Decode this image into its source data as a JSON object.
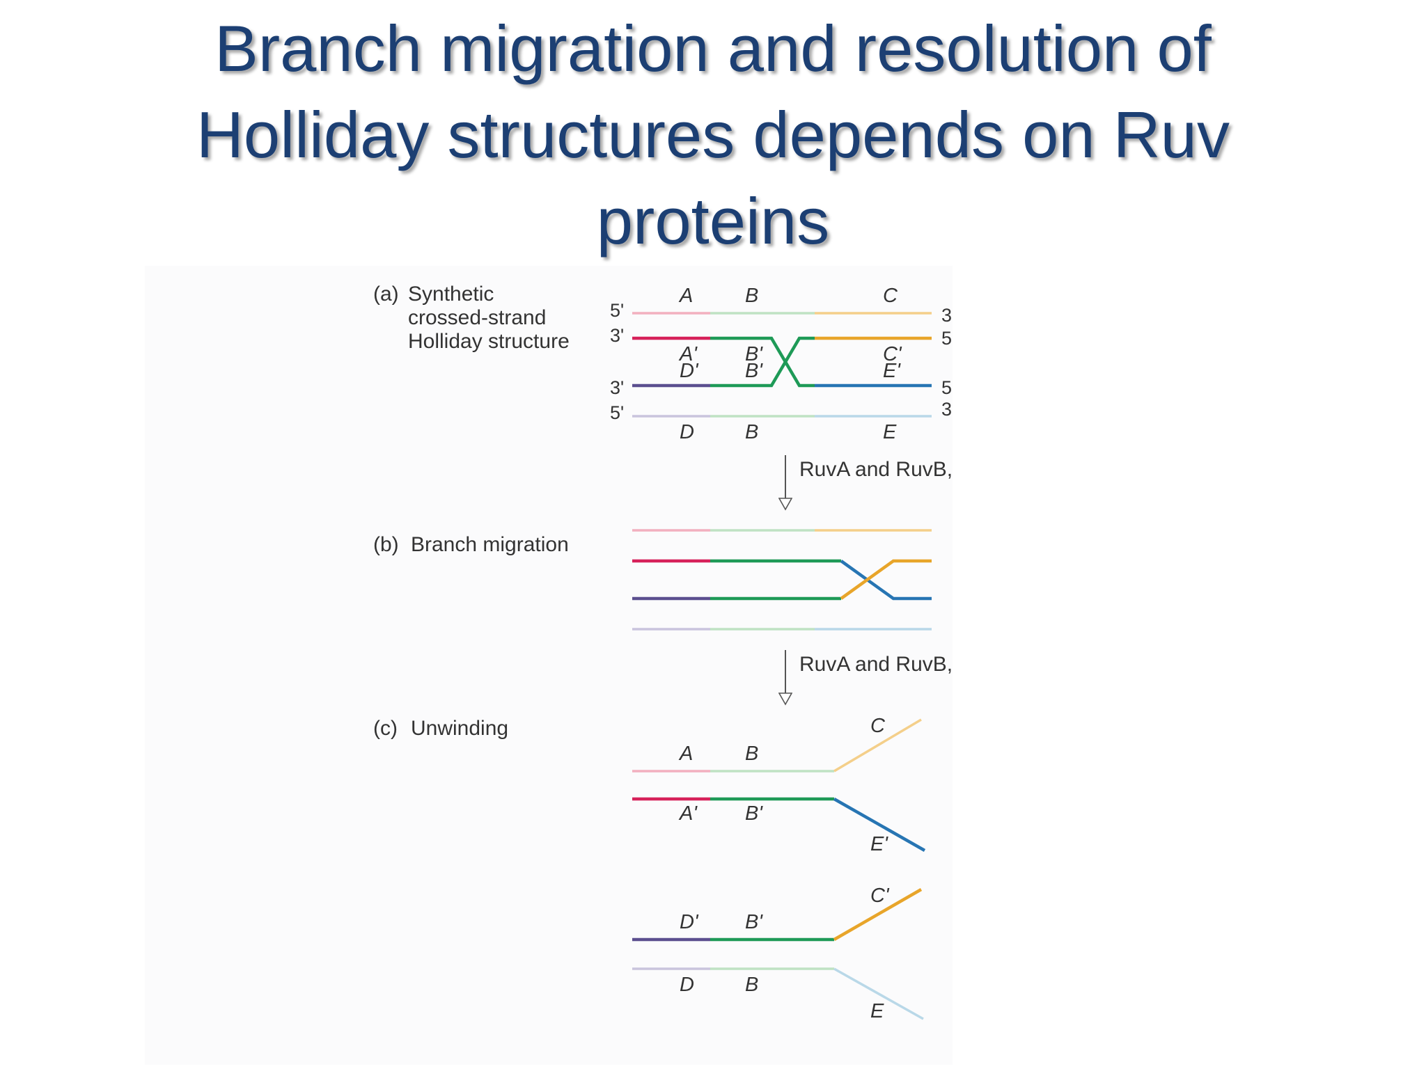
{
  "slide": {
    "title_lines": [
      "Branch migration and resolution of",
      "Holliday structures depends on Ruv",
      "proteins"
    ]
  },
  "figure": {
    "panel_a": {
      "tag": "(a)",
      "label_lines": [
        "Synthetic",
        "crossed-strand",
        "Holliday structure"
      ],
      "strand_ends": {
        "left": [
          "5'",
          "3'",
          "3'",
          "5'"
        ],
        "right": [
          "3'",
          "5'",
          "5'",
          "3'"
        ]
      },
      "segment_labels": {
        "top": [
          "A",
          "B",
          "C"
        ],
        "second": [
          "A'",
          "B'",
          "C'"
        ],
        "third": [
          "D'",
          "B'",
          "E'"
        ],
        "bottom": [
          "D",
          "B",
          "E"
        ]
      }
    },
    "step_arrows": [
      "RuvA and RuvB, ATP",
      "RuvA and RuvB, ATP"
    ],
    "panel_b": {
      "tag": "(b)",
      "label": "Branch migration"
    },
    "panel_c": {
      "tag": "(c)",
      "label": "Unwinding",
      "duplex1_labels": [
        "A",
        "B",
        "C",
        "A'",
        "B'",
        "E'"
      ],
      "duplex2_labels": [
        "D'",
        "B'",
        "C'",
        "D",
        "B",
        "E"
      ]
    }
  },
  "colors": {
    "title": "#1c3f73",
    "strand_red": "#d6215a",
    "strand_pink_pale": "#f2b0bf",
    "strand_green": "#1e9a57",
    "strand_green_pale": "#bfe2c3",
    "strand_orange": "#e8a52a",
    "strand_orange_pale": "#f4cf8a",
    "strand_purple": "#5b4f8f",
    "strand_blue": "#2775b3",
    "strand_blue_pale": "#b9d8e8",
    "strand_lavender_pale": "#c9c4dd"
  }
}
